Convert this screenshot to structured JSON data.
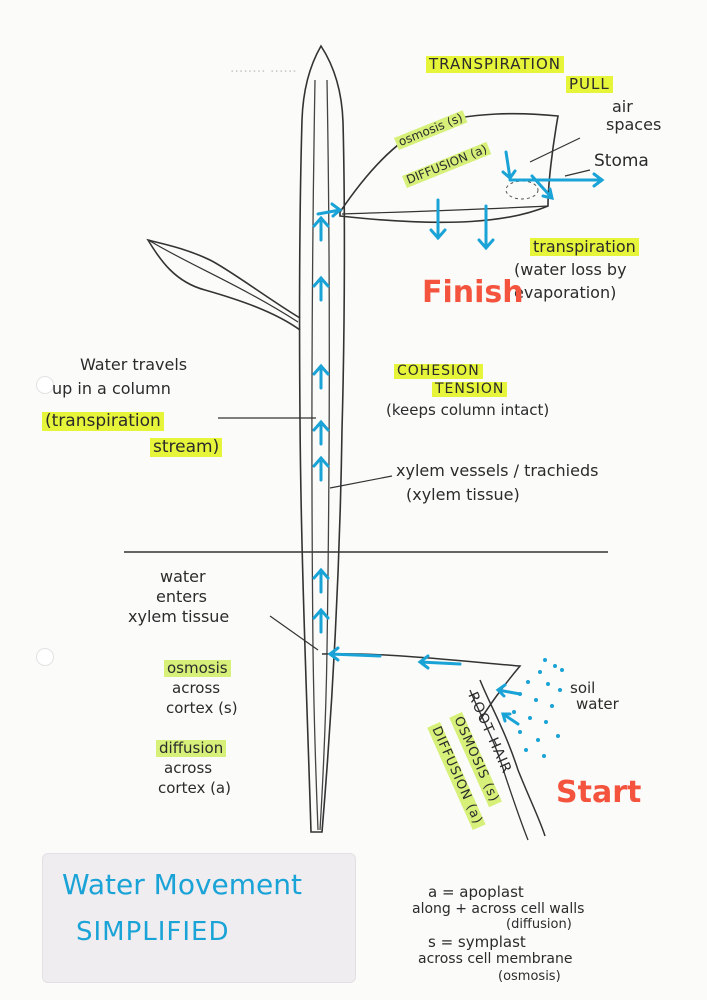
{
  "title": {
    "line1": "Water Movement",
    "line2": "SIMPLIFIED"
  },
  "labels": {
    "transpiration_pull_1": "TRANSPIRATION",
    "transpiration_pull_2": "PULL",
    "air_spaces_1": "air",
    "air_spaces_2": "spaces",
    "stoma": "Stoma",
    "osmosis_leaf": "osmosis (s)",
    "diffusion_leaf": "DIFFUSION (a)",
    "transpiration": "transpiration",
    "water_loss_1": "(water loss by",
    "water_loss_2": "evaporation)",
    "finish": "Finish",
    "cohesion": "COHESION",
    "tension": "TENSION",
    "keeps_column": "(keeps column intact)",
    "water_travels_1": "Water travels",
    "water_travels_2": "up in a column",
    "transpiration_stream_1": "(transpiration",
    "transpiration_stream_2": "stream)",
    "xylem_vessels_1": "xylem vessels / trachieds",
    "xylem_vessels_2": "(xylem tissue)",
    "water_enters_1": "water",
    "water_enters_2": "enters",
    "water_enters_3": "xylem tissue",
    "osmosis_cortex_1": "osmosis",
    "osmosis_cortex_2": "across",
    "osmosis_cortex_3": "cortex (s)",
    "diffusion_cortex_1": "diffusion",
    "diffusion_cortex_2": "across",
    "diffusion_cortex_3": "cortex (a)",
    "soil_water_1": "soil",
    "soil_water_2": "water",
    "root_hair": "ROOT HAIR",
    "osmosis_root": "OSMOSIS (s)",
    "diffusion_root": "DIFFUSION (a)",
    "start": "Start"
  },
  "key": {
    "line1": "a = apoplast",
    "line2": "along + across cell walls",
    "line3": "(diffusion)",
    "line4": "s = symplast",
    "line5": "across cell membrane",
    "line6": "(osmosis)"
  },
  "colors": {
    "highlight": "#e6f53a",
    "arrow": "#1aa3d6",
    "accent_red": "#f4533e",
    "ink": "#2b2b2b"
  }
}
